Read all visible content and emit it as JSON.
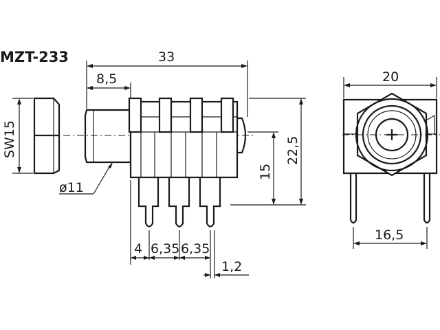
{
  "title": "MZT-233",
  "dimensions": {
    "overall_length": "33",
    "front_length": "8,5",
    "width": "20",
    "total_height": "22,5",
    "pin_height": "15",
    "thread_diameter": "ø11",
    "nut_size": "SW15",
    "pin_offset": "4",
    "pin_pitch_1": "6,35",
    "pin_pitch_2": "6,35",
    "pin_width": "1,2",
    "mount_spacing": "16,5"
  },
  "colors": {
    "line": "#1a1a1a",
    "background": "#ffffff"
  }
}
